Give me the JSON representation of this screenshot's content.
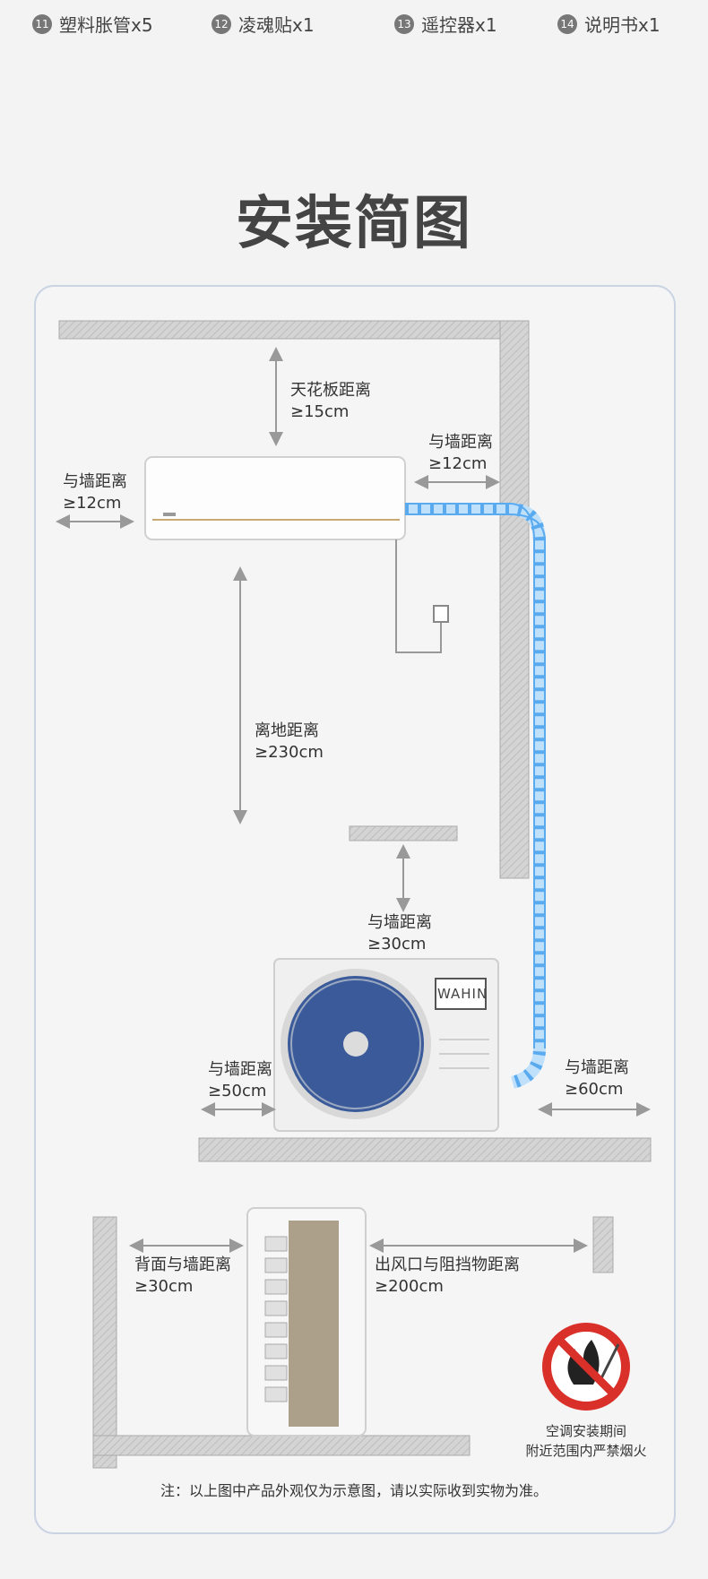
{
  "accessories": [
    {
      "num": "11",
      "label": "塑料胀管x5"
    },
    {
      "num": "12",
      "label": "凌魂贴x1"
    },
    {
      "num": "13",
      "label": "遥控器x1"
    },
    {
      "num": "14",
      "label": "说明书x1"
    }
  ],
  "section_title": "安装简图",
  "labels": {
    "ceiling": {
      "line1": "天花板距离",
      "line2": "≥15cm"
    },
    "left_wall": {
      "line1": "与墙距离",
      "line2": "≥12cm"
    },
    "right_wall": {
      "line1": "与墙距离",
      "line2": "≥12cm"
    },
    "floor": {
      "line1": "离地距离",
      "line2": "≥230cm"
    },
    "outdoor_top": {
      "line1": "与墙距离",
      "line2": "≥30cm"
    },
    "outdoor_left": {
      "line1": "与墙距离",
      "line2": "≥50cm"
    },
    "outdoor_right": {
      "line1": "与墙距离",
      "line2": "≥60cm"
    },
    "back_wall": {
      "line1": "背面与墙距离",
      "line2": "≥30cm"
    },
    "outlet": {
      "line1": "出风口与阻挡物距离",
      "line2": "≥200cm"
    }
  },
  "brand": "WAHIN",
  "warning": {
    "line1": "空调安装期间",
    "line2": "附近范围内严禁烟火"
  },
  "note": "注：以上图中产品外观仅为示意图，请以实际收到实物为准。",
  "colors": {
    "pipe": "#5aaaf0",
    "wall": "#cfcfcf",
    "fan": "#3a5a9a",
    "warning": "#d9302a"
  }
}
